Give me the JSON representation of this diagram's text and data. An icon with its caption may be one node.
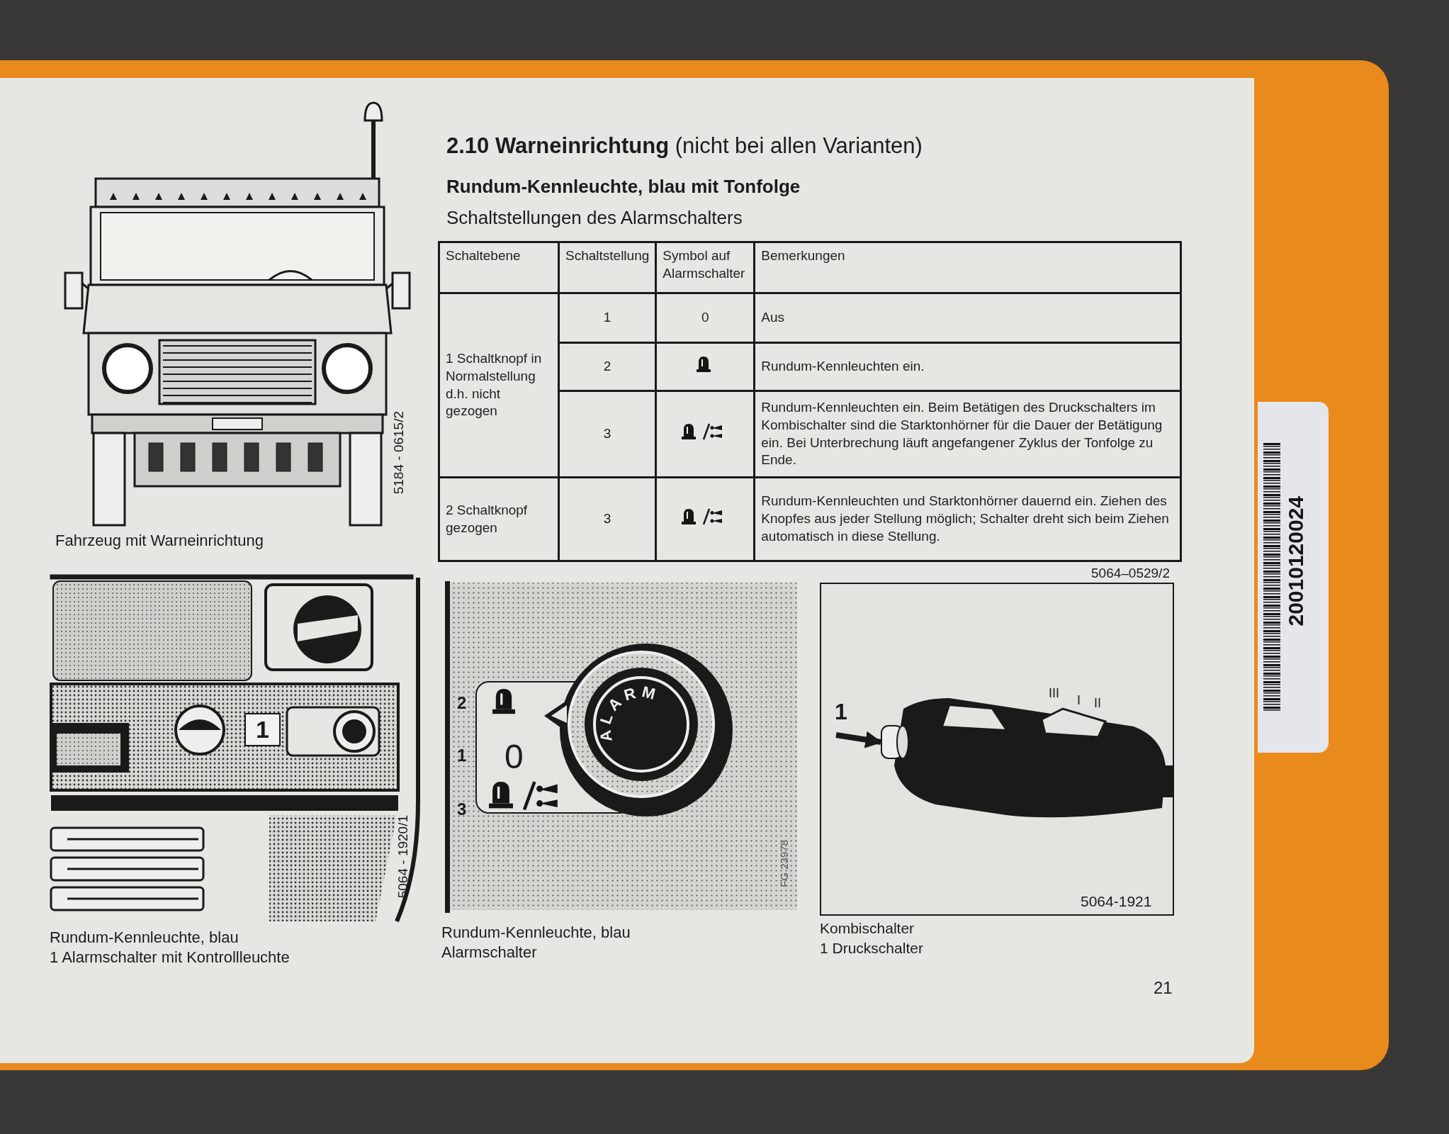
{
  "diagram": {
    "title": "**2.10 Warneinrichtung** (nicht bei allen Varianten)",
    "nodes": [
      {
        "text": [
          "1"
        ]
      },
      {
        "text": [],
        "shape": "box"
      }
    ],
    "edges": [
      {
        "from": 0,
        "to": 1,
        "arrow": "to"
      }
    ],
    "labels": [
      "Rundum-Kennleuchte, blau mit Tonfolge",
      "Schaltstellungen des Alarmschalters",
      "Schaltebene",
      "Schaltstellung",
      "Symbol auf Alarmschalter",
      "Bemerkungen",
      "1 Schaltknopf in Normalstellung d.h. nicht gezogen",
      "1",
      "0",
      "Aus",
      "2",
      "Rundum-Kennleuchten ein.",
      "3",
      "Rundum-Kennleuchten ein. Beim Betätigen des Druckschalters im Kombischalter sind die Starktonhörner für die Dauer der Betätigung ein. Bei Unterbrechung läuft angefangener Zyklus der Tonfolge zu Ende.",
      "2 Schaltknopf gezogen",
      "3",
      "Rundum-Kennleuchten und Starktonhörner dauernd ein. Ziehen des Knopfes aus jeder Stellung möglich; Schalter dreht sich beim Ziehen automatisch in diese Stellung.",
      "5064–0529/2",
      "5184 - 0615/2",
      "Fahrzeug mit Warneinrichtung",
      "1",
      "5064 - 1920/1",
      "Rundum-Kennleuchte, blau",
      "1 Alarmschalter mit Kontrollleuchte",
      "2",
      "1",
      "0",
      "3",
      "ALARM",
      "FG 23978",
      "Rundum-Kennleuchte, blau",
      "Alarmschalter",
      "III",
      "I",
      "II",
      "5064-1921",
      "Kombischalter",
      "1 Druckschalter",
      "21",
      "20010120024"
    ]
  }
}
